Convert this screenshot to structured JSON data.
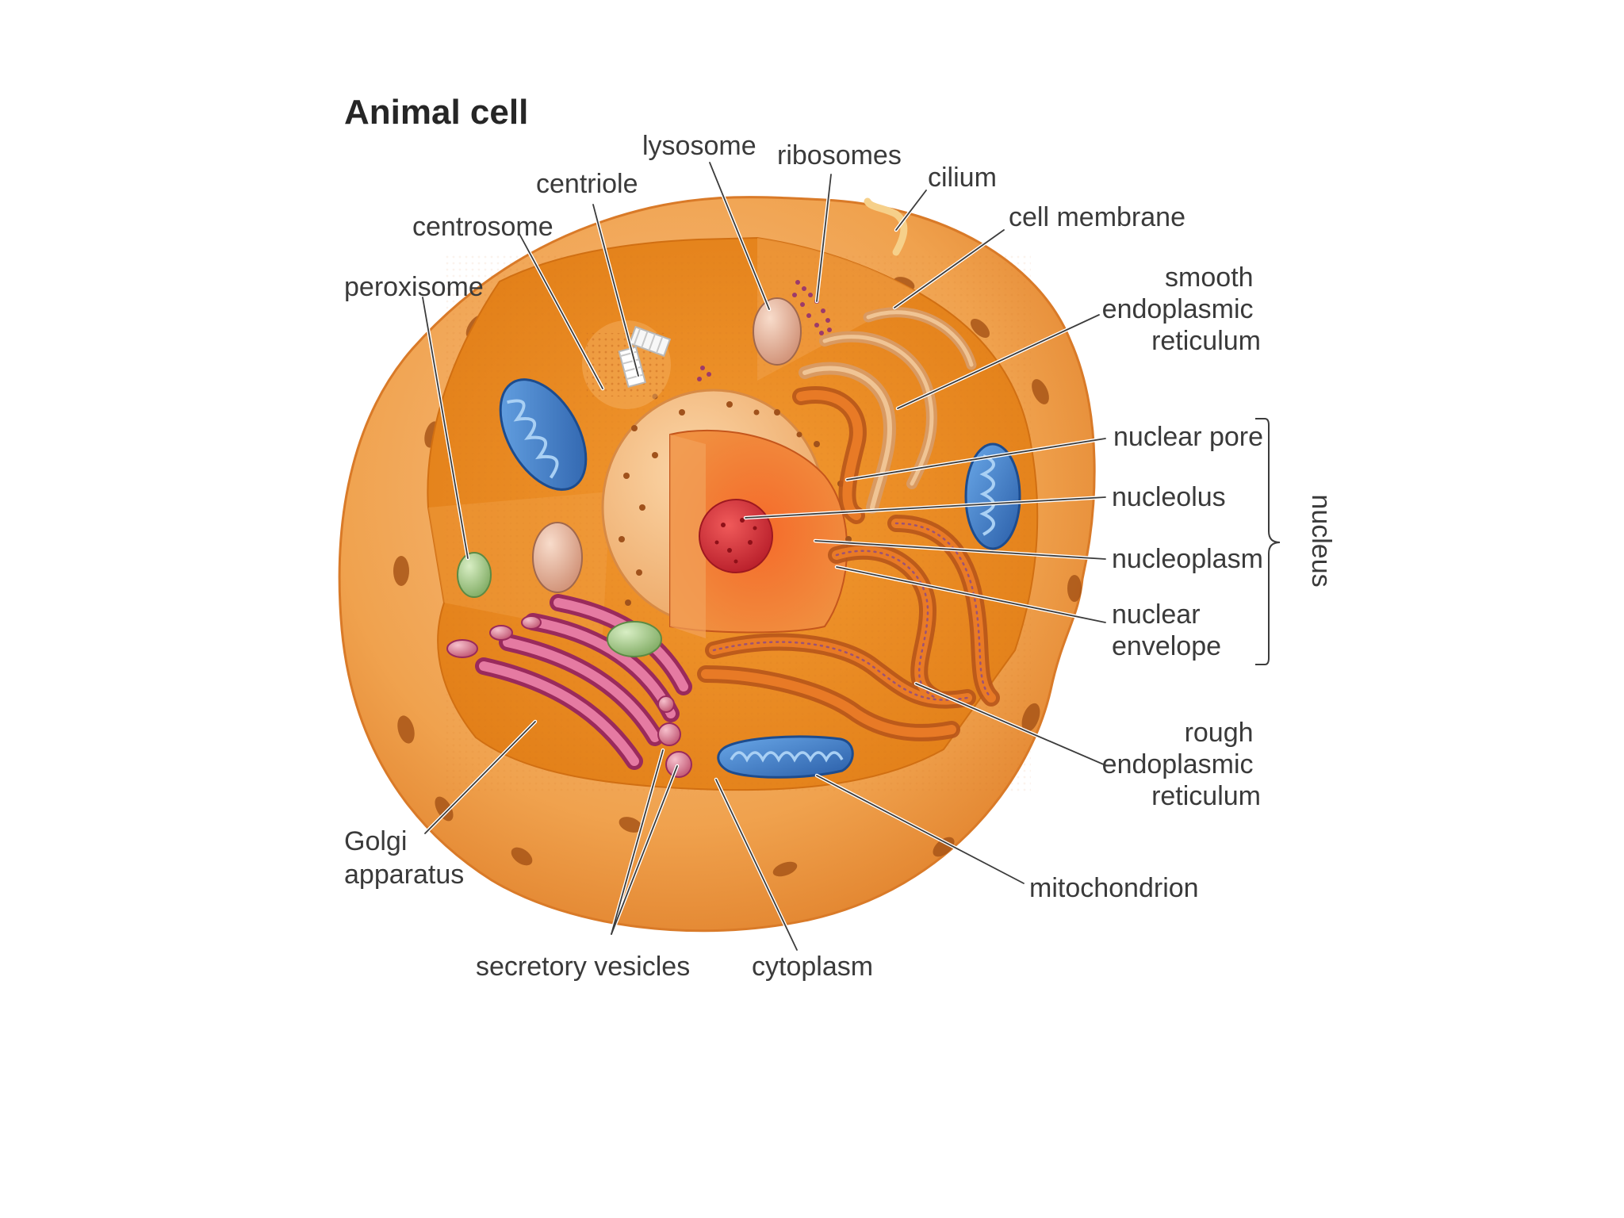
{
  "title": "Animal cell",
  "labels": {
    "lysosome": "lysosome",
    "ribosomes": "ribosomes",
    "cilium": "cilium",
    "centriole": "centriole",
    "cell_membrane": "cell membrane",
    "centrosome": "centrosome",
    "peroxisome": "peroxisome",
    "smooth_er": [
      "smooth",
      "endoplasmic",
      "reticulum"
    ],
    "nuclear_pore": "nuclear pore",
    "nucleolus": "nucleolus",
    "nucleoplasm": "nucleoplasm",
    "nuclear_envelope": [
      "nuclear",
      "envelope"
    ],
    "nucleus_group": "nucleus",
    "rough_er": [
      "rough",
      "endoplasmic",
      "reticulum"
    ],
    "golgi": [
      "Golgi",
      "apparatus"
    ],
    "mitochondrion": "mitochondrion",
    "secretory_vesicles": "secretory vesicles",
    "cytoplasm": "cytoplasm"
  },
  "colors": {
    "cell_outer": "#f0a45a",
    "cytoplasm": "#e8861e",
    "nucleus_shell": "#f6c08c",
    "nucleoplasm": "#ef7a2a",
    "nucleolus": "#d8323a",
    "mitochondria": "#3a79c9",
    "golgi": "#c94a78",
    "er": "#e06d1e",
    "lysosome": "#e8b29a",
    "peroxisome": "#a8c890"
  }
}
